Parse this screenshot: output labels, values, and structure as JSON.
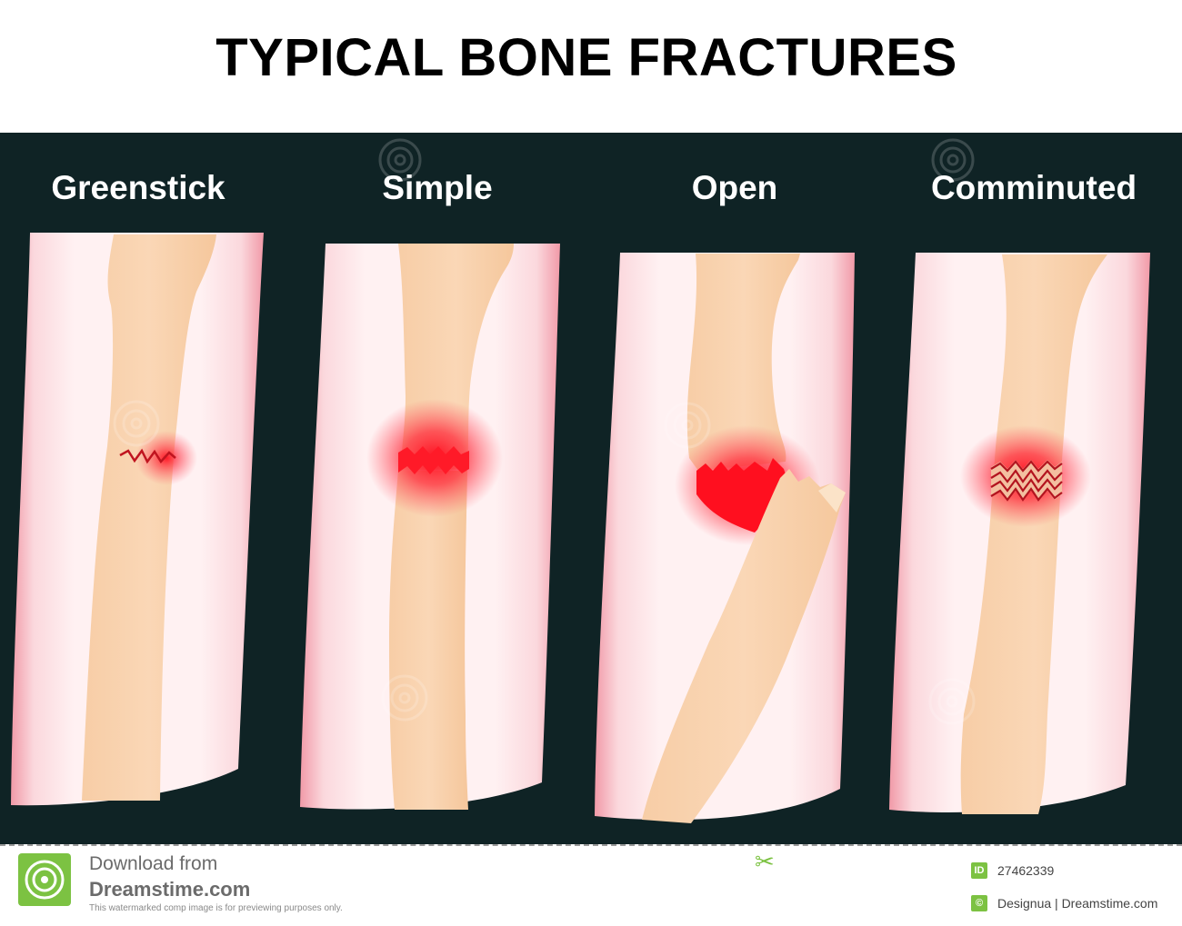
{
  "title": "TYPICAL BONE FRACTURES",
  "fractures": [
    {
      "label": "Greenstick"
    },
    {
      "label": "Simple"
    },
    {
      "label": "Open"
    },
    {
      "label": "Comminuted"
    }
  ],
  "colors": {
    "background_panel": "#0f2325",
    "skin": "#fde3e5",
    "skin_edge": "#f4a7b3",
    "bone": "#f8d3b0",
    "bone_edge": "#eebd8e",
    "injury": "#ff1020",
    "crack_line": "#b3141f",
    "watermark_green": "#7cc242"
  },
  "watermark": {
    "text": "dreamstime",
    "icon": "spiral-logo-icon"
  },
  "footer": {
    "download_line1": "Download from",
    "download_line2": "Dreamstime.com",
    "disclaimer": "This watermarked comp image is for previewing purposes only.",
    "id_badge": "ID",
    "id_number": "27462339",
    "copyright_badge": "©",
    "credit": "Designua | Dreamstime.com",
    "scissors_icon": "scissors-icon"
  }
}
